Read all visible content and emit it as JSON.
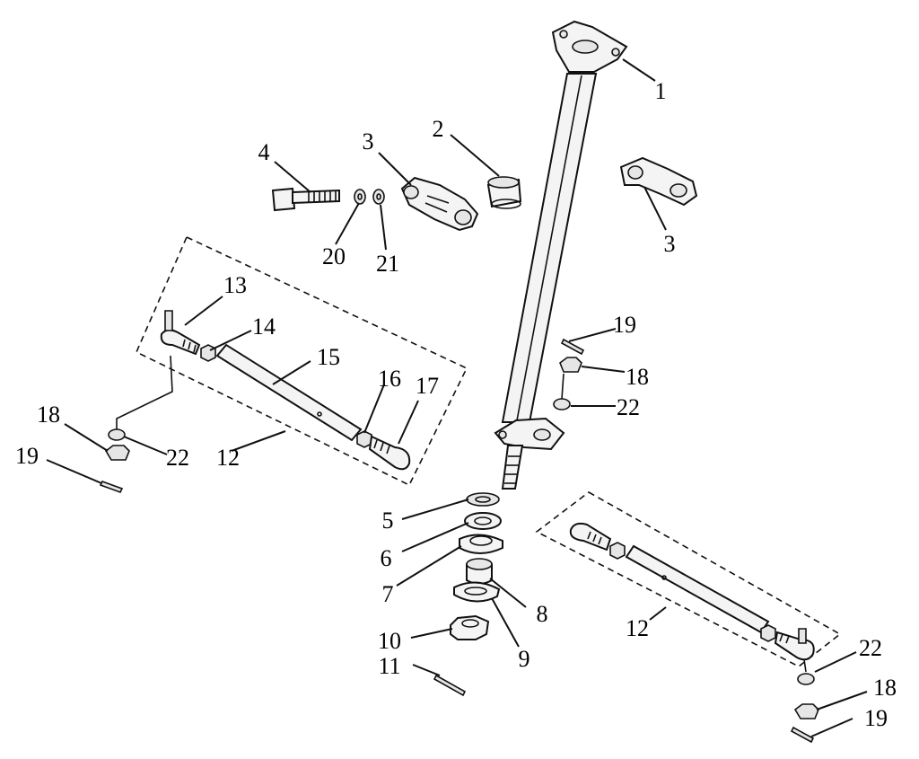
{
  "callouts": {
    "c1": "1",
    "c2": "2",
    "c3a": "3",
    "c3b": "3",
    "c4": "4",
    "c5": "5",
    "c6": "6",
    "c7": "7",
    "c8": "8",
    "c9": "9",
    "c10": "10",
    "c11": "11",
    "c12a": "12",
    "c12b": "12",
    "c13": "13",
    "c14": "14",
    "c15": "15",
    "c16": "16",
    "c17": "17",
    "c18a": "18",
    "c18b": "18",
    "c18c": "18",
    "c19a": "19",
    "c19b": "19",
    "c19c": "19",
    "c20": "20",
    "c21": "21",
    "c22a": "22",
    "c22b": "22",
    "c22c": "22"
  }
}
